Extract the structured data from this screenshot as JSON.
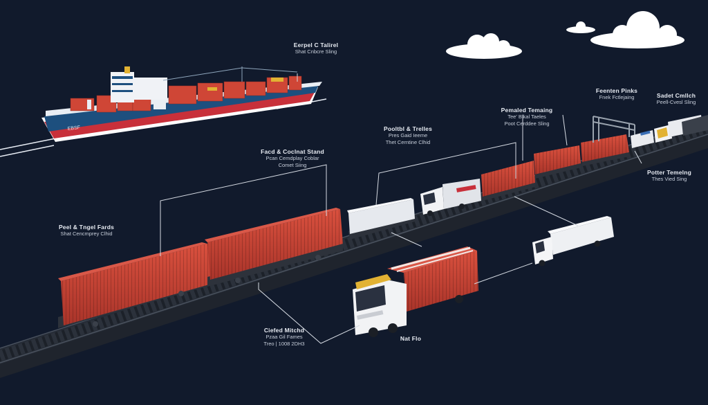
{
  "labels": {
    "ship": {
      "title": "Eerpel C Talirel",
      "sub": "Shat Cnbcre Sling"
    },
    "left_car": {
      "title": "Peel & Tngel Fards",
      "sub": "Shat Cencmprey Clhid"
    },
    "mid_car": {
      "title": "Facd & Coclnat Stand",
      "sub": "Pcan Cemdplay Coblar",
      "sub2": "Comet Siing"
    },
    "box_car": {
      "title": "Pooltbl & Trelles",
      "sub": "Pres Gaid Ieeme",
      "sub2": "Thet Cerntine Clhid"
    },
    "red_cars": {
      "title": "Pemaled Temaing",
      "sub": "Tee' Blkal Taeles",
      "sub2": "Poot Cerddee Sling"
    },
    "crane": {
      "title": "Feenten Pinks",
      "sub": "Fnek Fctlejaing"
    },
    "far_right": {
      "title": "Sadet Cmllch",
      "sub": "Peell-Cvesl Sling"
    },
    "right_truck": {
      "title": "Potter Temelng",
      "sub": "Thes Vied Sing"
    },
    "bottom_truck": {
      "title": "Ciefed Mitchd",
      "sub": "Pzaa Gil Fames",
      "sub2": "Treo | 1008 2DH3"
    },
    "bottom_small": {
      "title": "Nat Flo"
    }
  },
  "colors": {
    "background": "#111a2c",
    "container_red": "#cf4636",
    "hull_blue": "#1d4f7e",
    "hull_red": "#c8303a",
    "rail": "#272c35"
  }
}
